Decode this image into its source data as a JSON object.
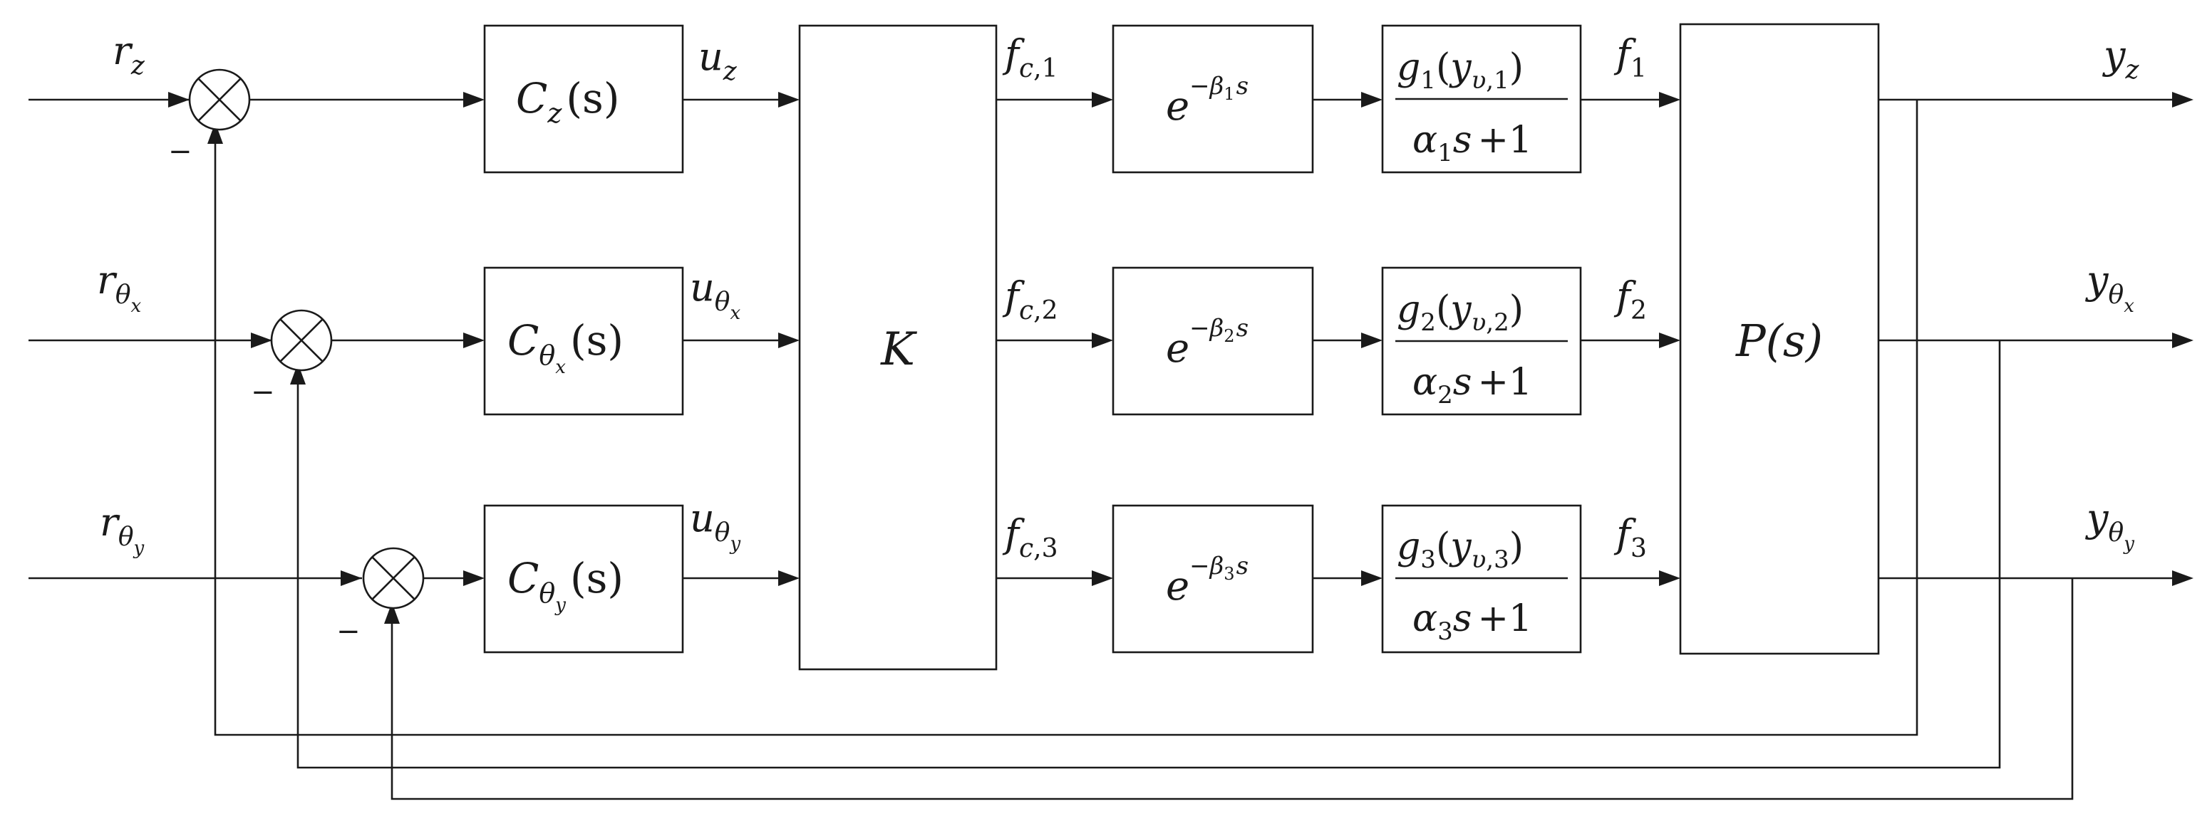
{
  "colors": {
    "stroke": "#1a1a1a",
    "background": "#ffffff"
  },
  "inputs": [
    {
      "sym": "r",
      "sub": "z",
      "subsub": ""
    },
    {
      "sym": "r",
      "sub": "θ",
      "subsub": "x"
    },
    {
      "sym": "r",
      "sub": "θ",
      "subsub": "y"
    }
  ],
  "sum_sign": "−",
  "controllers": [
    {
      "sym": "C",
      "sub": "z",
      "subsub": "",
      "arg": "(s)"
    },
    {
      "sym": "C",
      "sub": "θ",
      "subsub": "x",
      "arg": "(s)"
    },
    {
      "sym": "C",
      "sub": "θ",
      "subsub": "y",
      "arg": "(s)"
    }
  ],
  "control_signals": [
    {
      "sym": "u",
      "sub": "z",
      "subsub": ""
    },
    {
      "sym": "u",
      "sub": "θ",
      "subsub": "x"
    },
    {
      "sym": "u",
      "sub": "θ",
      "subsub": "y"
    }
  ],
  "matrix_block": "K",
  "forces_cmd": [
    {
      "sym": "f",
      "sub": "c",
      "sub2": ",1"
    },
    {
      "sym": "f",
      "sub": "c",
      "sub2": ",2"
    },
    {
      "sym": "f",
      "sub": "c",
      "sub2": ",3"
    }
  ],
  "delays": [
    {
      "base": "e",
      "exp_sign": "−",
      "exp_sym": "β",
      "exp_idx": "1",
      "exp_s": "s"
    },
    {
      "base": "e",
      "exp_sign": "−",
      "exp_sym": "β",
      "exp_idx": "2",
      "exp_s": "s"
    },
    {
      "base": "e",
      "exp_sign": "−",
      "exp_sym": "β",
      "exp_idx": "3",
      "exp_s": "s"
    }
  ],
  "actuators": [
    {
      "g": "g",
      "g_idx": "1",
      "lp": "(",
      "y": "y",
      "y_sub": "υ",
      "y_sub2": ",1",
      "rp": ")",
      "alpha": "α",
      "a_idx": "1",
      "s": "s",
      "plus_one": "+1"
    },
    {
      "g": "g",
      "g_idx": "2",
      "lp": "(",
      "y": "y",
      "y_sub": "υ",
      "y_sub2": ",2",
      "rp": ")",
      "alpha": "α",
      "a_idx": "2",
      "s": "s",
      "plus_one": "+1"
    },
    {
      "g": "g",
      "g_idx": "3",
      "lp": "(",
      "y": "y",
      "y_sub": "υ",
      "y_sub2": ",3",
      "rp": ")",
      "alpha": "α",
      "a_idx": "3",
      "s": "s",
      "plus_one": "+1"
    }
  ],
  "forces": [
    {
      "sym": "f",
      "sub": "1"
    },
    {
      "sym": "f",
      "sub": "2"
    },
    {
      "sym": "f",
      "sub": "3"
    }
  ],
  "plant": "P(s)",
  "outputs": [
    {
      "sym": "y",
      "sub": "z",
      "subsub": ""
    },
    {
      "sym": "y",
      "sub": "θ",
      "subsub": "x"
    },
    {
      "sym": "y",
      "sub": "θ",
      "subsub": "y"
    }
  ]
}
